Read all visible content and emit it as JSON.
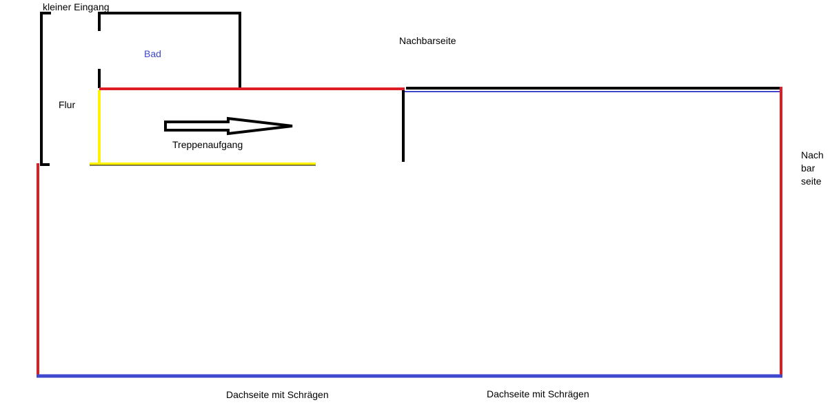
{
  "colors": {
    "wall": "#000000",
    "red_wall": "#dd1c24",
    "stair_edge": "#fff200",
    "roof_edge": "#3f48cc",
    "label_default": "#000000",
    "label_bad": "#3f48cc"
  },
  "labels": {
    "kleiner_eingang": "kleiner Eingang",
    "bad": "Bad",
    "flur": "Flur",
    "treppenaufgang": "Treppenaufgang",
    "nachbarseite_top": "Nachbarseite",
    "nachbarseite_right": [
      "Nach",
      "bar",
      "seite"
    ],
    "dachseite_left": "Dachseite mit Schrägen",
    "dachseite_right": "Dachseite mit Schrägen"
  }
}
